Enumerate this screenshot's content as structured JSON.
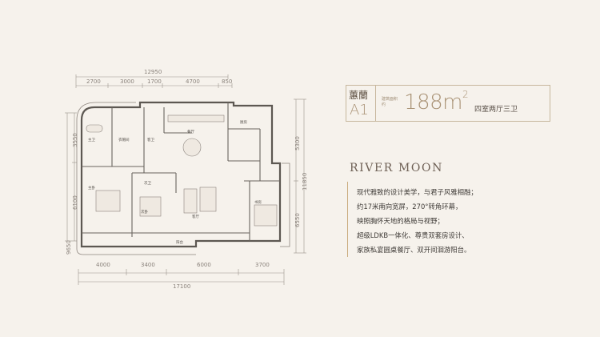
{
  "floorplan": {
    "dims_top_total": "12950",
    "dims_top": [
      "2700",
      "3000",
      "1700",
      "4700",
      "850"
    ],
    "dims_bottom": [
      "4000",
      "3400",
      "6000",
      "3700"
    ],
    "dims_bottom_total": "17100",
    "dims_left": [
      "3550",
      "6100"
    ],
    "dims_left_total": "9650",
    "dims_right": [
      "5300",
      "6550"
    ],
    "dims_right_total": "11850",
    "rooms": [
      "主卫",
      "衣帽间",
      "客卫",
      "餐厅",
      "次卫",
      "主卧",
      "次卧",
      "客厅",
      "书房",
      "阳台",
      "厨房"
    ]
  },
  "unit": {
    "name_cn": "蕙蘭",
    "type": "A1",
    "area_label": "建筑面积约",
    "area_value": "188",
    "area_unit": "m",
    "area_exp": "2",
    "rooms_text": "四室两厅三卫"
  },
  "brand": "RIVER MOON",
  "description": [
    "现代雅致的设计美学，与君子风雅相融；",
    "约17米南向宽屏，270°转角环幕，",
    "映照胸怀天地的格局与视野；",
    "超级LDKB一体化、尊贵双套房设计、",
    "家族私宴圆桌餐厅、双开间洄游阳台。"
  ]
}
